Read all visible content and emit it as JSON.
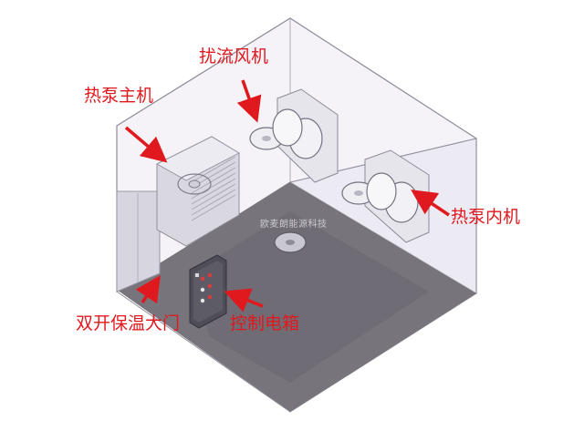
{
  "labels": {
    "heat_pump_main": "热泵主机",
    "circulation_fan": "扰流风机",
    "heat_pump_indoor": "热泵内机",
    "double_insulated_door": "双开保温大门",
    "control_box": "控制电箱"
  },
  "watermark": "欧麦朗能源科技",
  "colors": {
    "label": "#e0191e",
    "arrow": "#e0191e",
    "wall_edge": "#8c8c99",
    "floor": "#77747c"
  }
}
